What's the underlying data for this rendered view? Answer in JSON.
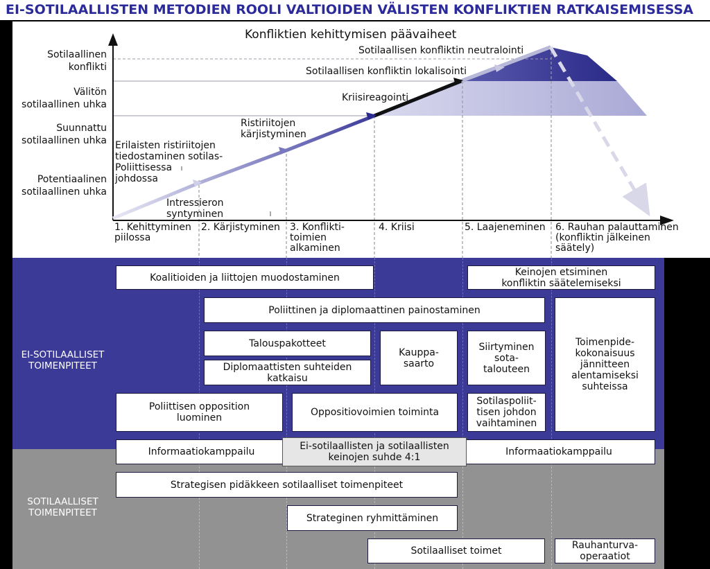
{
  "title": "EI-SOTILAALLISTEN METODIEN ROOLI VALTIOIDEN VÄLISTEN KONFLIKTIEN RATKAISEMISESSA",
  "chart_title": "Konfliktien kehittymisen päävaiheet",
  "y_levels": [
    "Sotilaallinen\nkonflikti",
    "Välitön\nsotilaallinen uhka",
    "Suunnattu\nsotilaallinen uhka",
    "Potentiaalinen\nsotilaallinen uhka"
  ],
  "curve_labels": {
    "neutralization": "Sotilaallisen konfliktin neutralointi",
    "localization": "Sotilaallisen konfliktin lokalisointi",
    "crisis_reaction": "Kriisireagointi",
    "escalation": "Ristiriitojen\nkärjistyminen",
    "awareness": "Erilaisten ristiriitojen\ntiedostaminen sotilas-\nPoliittisessa\njohdossa",
    "interests": "Intressieron\nsyntyminen"
  },
  "phases": [
    "1. Kehittyminen\n    piilossa",
    "2. Kärjistyminen",
    "3. Konflikti-\n    toimien\n    alkaminen",
    "4. Kriisi",
    "5. Laajeneminen",
    "6. Rauhan palauttaminen\n    (konfliktin jälkeinen\n    säätely)"
  ],
  "sections": {
    "non_military": "EI-SOTILAALLISET\nTOIMENPITEET",
    "military": "SOTILAALLISET\nTOIMENPITEET"
  },
  "boxes": {
    "coalitions": "Koalitioiden ja liittojen muodostaminen",
    "seek_means": "Keinojen etsiminen\nkonfliktin säätelemiseksi",
    "political_pressure": "Poliittinen ja diplomaattinen painostaminen",
    "sanctions": "Talouspakotteet",
    "diplomatic_break": "Diplomaattisten suhteiden\nkatkaisu",
    "embargo": "Kauppa-\nsaarto",
    "war_economy": "Siirtyminen\nsota-\ntalouteen",
    "tension_relief": "Toimenpide-\nkokonaisuus\njännitteen\nalentamiseksi\nsuhteissa",
    "political_opposition": "Poliittisen opposition\nluominen",
    "opposition_forces": "Oppositiovoimien toiminta",
    "leadership_change": "Sotilaspoliit-\ntisen johdon\nvaihtaminen",
    "info_campaign_left": "Informaatiokamppailu",
    "ratio": "Ei-sotilaallisten ja sotilaallisten\nkeinojen suhde 4:1",
    "info_campaign_right": "Informaatiokamppailu",
    "strategic_deterrence": "Strategisen pidäkkeen sotilaalliset toimenpiteet",
    "strategic_deployment": "Strateginen ryhmittäminen",
    "military_actions": "Sotilaalliset toimet",
    "peacekeeping": "Rauhanturva-\noperaatiot"
  },
  "colors": {
    "title": "#2b2a9a",
    "non_military_band": "#3b3a96",
    "military_band": "#929292",
    "intensity_dark": "#33338f",
    "intensity_light": "#b4b4dc"
  }
}
